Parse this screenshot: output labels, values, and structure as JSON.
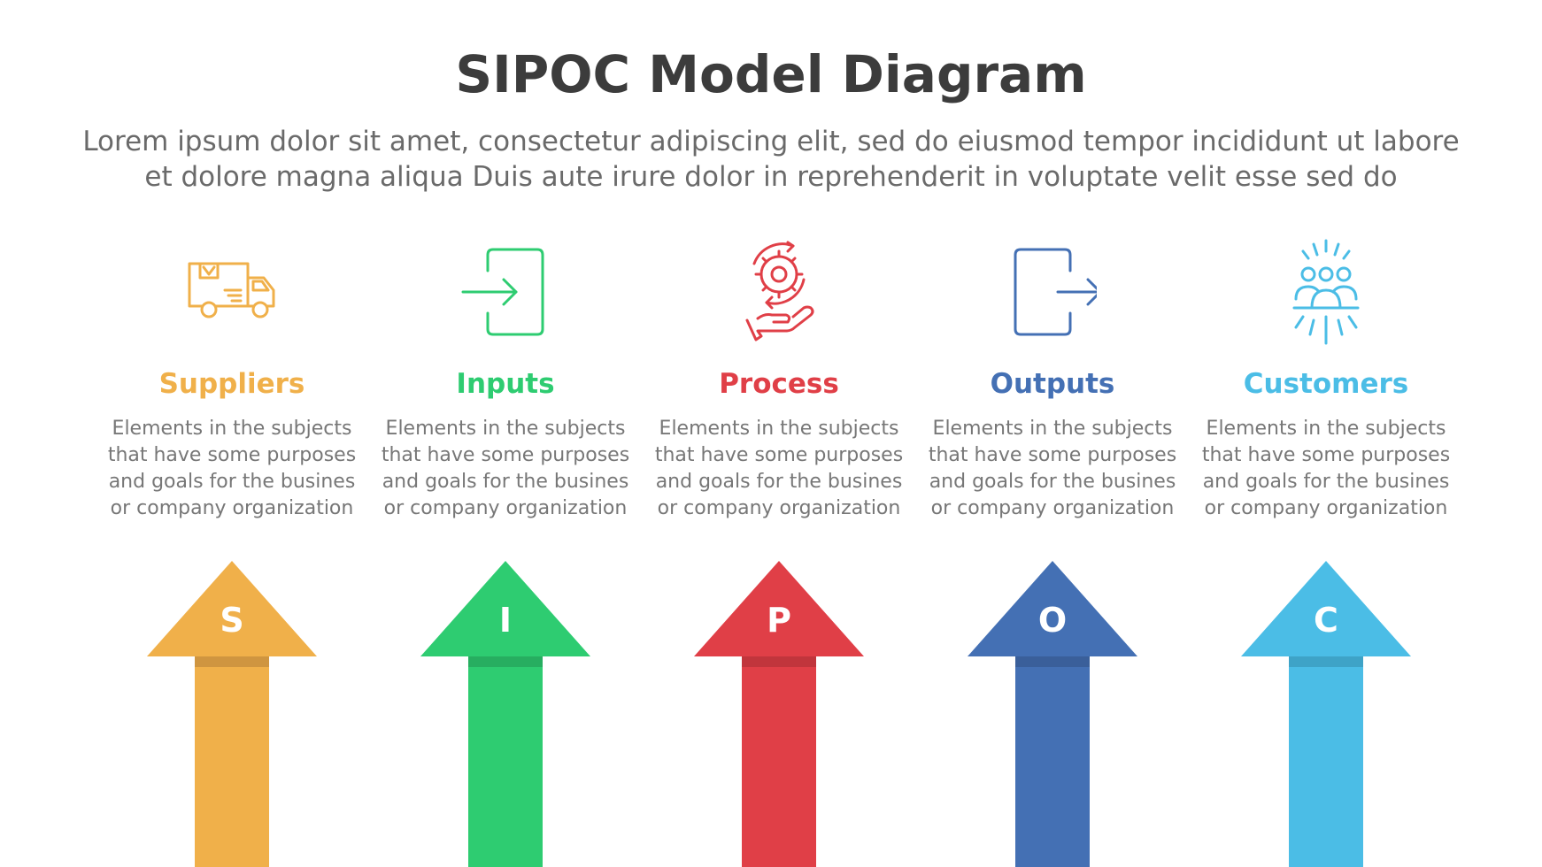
{
  "title": "SIPOC Model Diagram",
  "subtitle": {
    "line1": "Lorem ipsum dolor sit amet, consectetur adipiscing elit, sed do eiusmod tempor incididunt ut labore",
    "line2": "et dolore magna aliqua Duis aute irure dolor in reprehenderit in voluptate velit esse sed do"
  },
  "columns": [
    {
      "icon": "delivery-truck-icon",
      "heading": "Suppliers",
      "letter": "S",
      "color": "#f0b04a",
      "shade": "#cf9540",
      "desc": [
        "Elements in the subjects",
        "that have some purposes",
        "and goals for the  busines",
        "or company organization"
      ]
    },
    {
      "icon": "sign-in-icon",
      "heading": "Inputs",
      "letter": "I",
      "color": "#2ecc71",
      "shade": "#27ae60",
      "desc": [
        "Elements in the subjects",
        "that have some purposes",
        "and goals for the  busines",
        "or company organization"
      ]
    },
    {
      "icon": "gear-hand-icon",
      "heading": "Process",
      "letter": "P",
      "color": "#e03f47",
      "shade": "#c1353c",
      "desc": [
        "Elements in the subjects",
        "that have some purposes",
        "and goals for the  busines",
        "or company organization"
      ]
    },
    {
      "icon": "sign-out-icon",
      "heading": "Outputs",
      "letter": "O",
      "color": "#4470b4",
      "shade": "#3a5f9a",
      "desc": [
        "Elements in the subjects",
        "that have some purposes",
        "and goals for the  busines",
        "or company organization"
      ]
    },
    {
      "icon": "people-group-icon",
      "heading": "Customers",
      "letter": "C",
      "color": "#4bbde6",
      "shade": "#3ea3c7",
      "desc": [
        "Elements in the subjects",
        "that have some purposes",
        "and goals for the  busines",
        "or company organization"
      ]
    }
  ]
}
